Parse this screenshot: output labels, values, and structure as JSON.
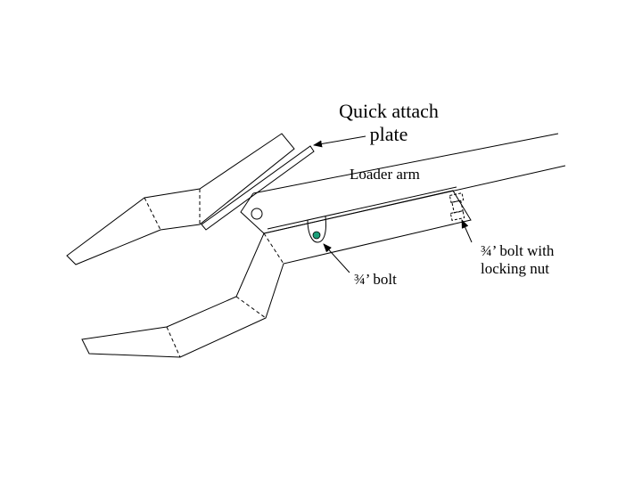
{
  "labels": {
    "quick_attach_line1": "Quick attach",
    "quick_attach_line2": "plate",
    "loader_arm": "Loader arm",
    "bolt": "¾’ bolt",
    "bolt_lock_line1": "¾’ bolt with",
    "bolt_lock_line2": "locking nut"
  },
  "colors": {
    "line": "#000000",
    "background": "#ffffff",
    "bolt_fill": "#1a9e78"
  }
}
